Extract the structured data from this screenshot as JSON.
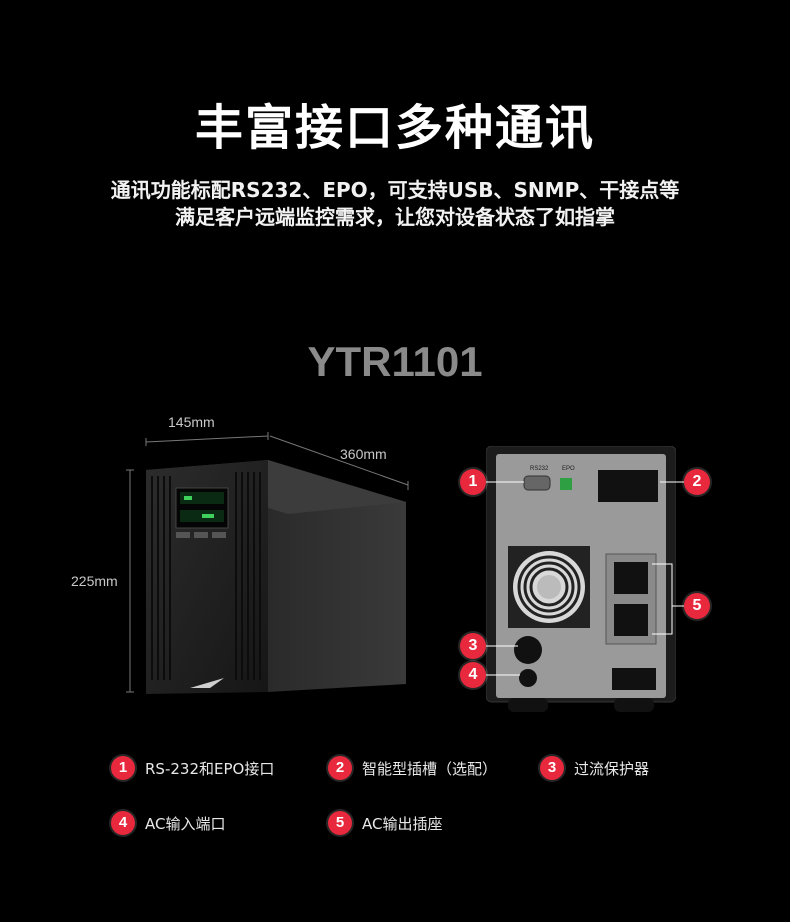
{
  "header": {
    "title": "丰富接口多种通讯",
    "subtitle_line1": "通讯功能标配RS232、EPO，可支持USB、SNMP、干接点等",
    "subtitle_line2": "满足客户远端监控需求，让您对设备状态了如指掌"
  },
  "model": "YTR1101",
  "dimensions": {
    "width": "145mm",
    "depth": "360mm",
    "height": "225mm"
  },
  "rear_panel": {
    "rs232_label": "RS232",
    "epo_label": "EPO",
    "callouts": [
      "1",
      "2",
      "3",
      "4",
      "5"
    ]
  },
  "legend": [
    {
      "num": "1",
      "label": "RS-232和EPO接口"
    },
    {
      "num": "2",
      "label": "智能型插槽（选配）"
    },
    {
      "num": "3",
      "label": "过流保护器"
    },
    {
      "num": "4",
      "label": "AC输入端口"
    },
    {
      "num": "5",
      "label": "AC输出插座"
    }
  ],
  "colors": {
    "background": "#000000",
    "badge": "#e8283c",
    "model_text": "#8a8a8a"
  }
}
